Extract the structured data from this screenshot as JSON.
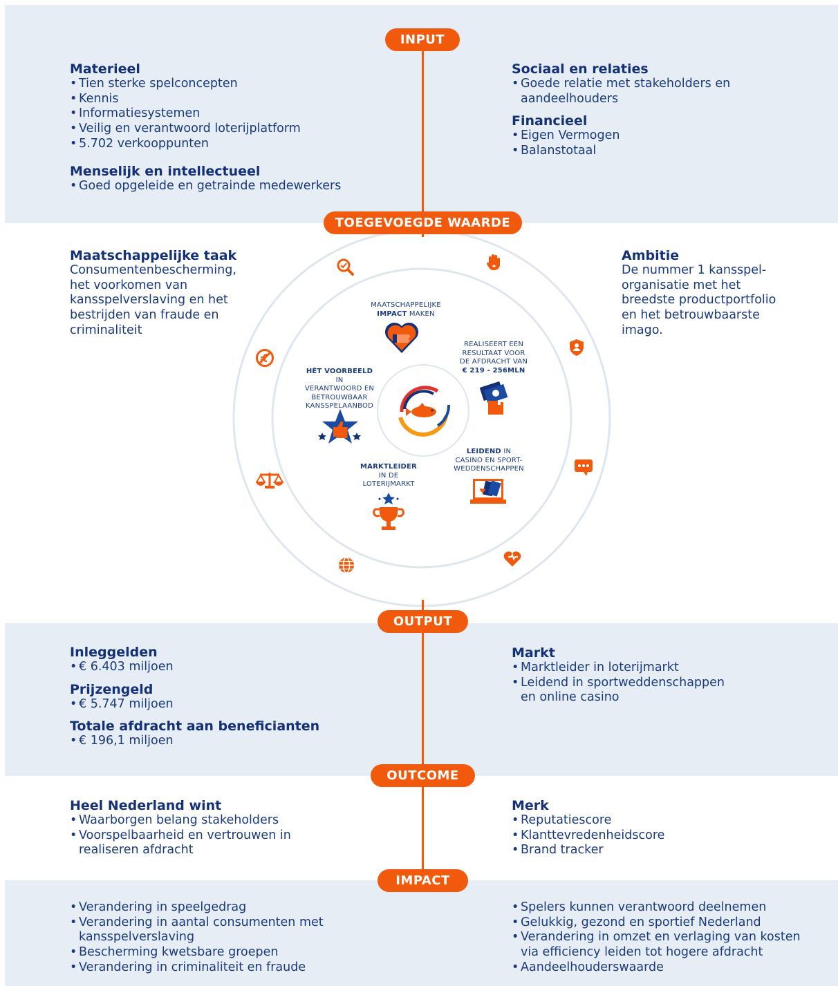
{
  "pills": {
    "input": "INPUT",
    "toegevoegde_waarde": "TOEGEVOEGDE WAARDE",
    "output": "OUTPUT",
    "outcome": "OUTCOME",
    "impact": "IMPACT"
  },
  "input": {
    "left": {
      "materieel_title": "Materieel",
      "materieel_items": [
        "Tien sterke spelconcepten",
        "Kennis",
        "Informatiesystemen",
        "Veilig en verantwoord loterijplatform",
        "5.702 verkooppunten"
      ],
      "menselijk_title": "Menselijk en intellectueel",
      "menselijk_items": [
        "Goed opgeleide en getrainde medewerkers"
      ]
    },
    "right": {
      "sociaal_title": "Sociaal en relaties",
      "sociaal_items": [
        "Goede relatie met stakeholders en aandeelhouders"
      ],
      "financieel_title": "Financieel",
      "financieel_items": [
        "Eigen Vermogen",
        "Balanstotaal"
      ]
    }
  },
  "toegevoegde": {
    "left_title": "Maatschappelijke taak",
    "left_text": "Consumentenbescherming, het voorkomen van kansspelverslaving en het bestrijden van fraude en criminaliteit",
    "right_title": "Ambitie",
    "right_text": "De nummer 1 kansspel-organisatie met het breedste productportfolio en het betrouwbaarste imago."
  },
  "inner": {
    "impact_line1": "MAATSCHAPPELIJKE",
    "impact_bold": "IMPACT",
    "impact_rest": " MAKEN",
    "resultaat_lines": [
      "REALISEERT EEN",
      "RESULTAAT VOOR",
      "DE AFDRACHT VAN"
    ],
    "resultaat_bold": "€ 219 - 256MLN",
    "voorbeeld_bold": "HÉT VOORBEELD",
    "voorbeeld_rest": " IN",
    "voorbeeld_lines": [
      "VERANTWOORD EN",
      "BETROUWBAAR",
      "KANSSPELAANBOD"
    ],
    "leidend_bold": "LEIDEND",
    "leidend_rest": " IN",
    "leidend_lines": [
      "CASINO EN SPORT-",
      "WEDDENSCHAPPEN"
    ],
    "markt_bold": "MARKTLEIDER",
    "markt_lines": [
      "IN DE",
      "LOTERIJMARKT"
    ]
  },
  "output": {
    "inleg_title": "Inleggelden",
    "inleg_items": [
      "€ 6.403 miljoen"
    ],
    "prijs_title": "Prijzengeld",
    "prijs_items": [
      "€ 5.747 miljoen"
    ],
    "afdracht_title": "Totale afdracht aan beneficianten",
    "afdracht_items": [
      "€ 196,1 miljoen"
    ],
    "markt_title": "Markt",
    "markt_items": [
      "Marktleider in loterijmarkt",
      "Leidend in sportweddenschappen en online casino"
    ]
  },
  "outcome": {
    "left_title": "Heel Nederland wint",
    "left_items": [
      "Waarborgen belang stakeholders",
      "Voorspelbaarheid en vertrouwen in realiseren afdracht"
    ],
    "right_title": "Merk",
    "right_items": [
      "Reputatiescore",
      "Klanttevredenheidscore",
      "Brand tracker"
    ]
  },
  "impact": {
    "left_items": [
      "Verandering in speelgedrag",
      "Verandering in aantal consumenten met kansspelverslaving",
      "Bescherming kwetsbare groepen",
      "Verandering in criminaliteit en fraude"
    ],
    "right_items": [
      "Spelers kunnen verantwoord deelnemen",
      "Gelukkig, gezond en sportief Nederland",
      "Verandering in omzet en verlaging van kosten via efficiency leiden tot hogere afdracht",
      "Aandeelhouderswaarde"
    ]
  },
  "colors": {
    "orange": "#f15a0d",
    "navy": "#143177",
    "band": "#e6edf5",
    "ring": "#dfe6ef"
  },
  "icons": [
    "search-icon",
    "hand-icon",
    "shield-icon",
    "chat-icon",
    "heart-icon",
    "globe-icon",
    "scales-icon",
    "no-euro-icon"
  ]
}
